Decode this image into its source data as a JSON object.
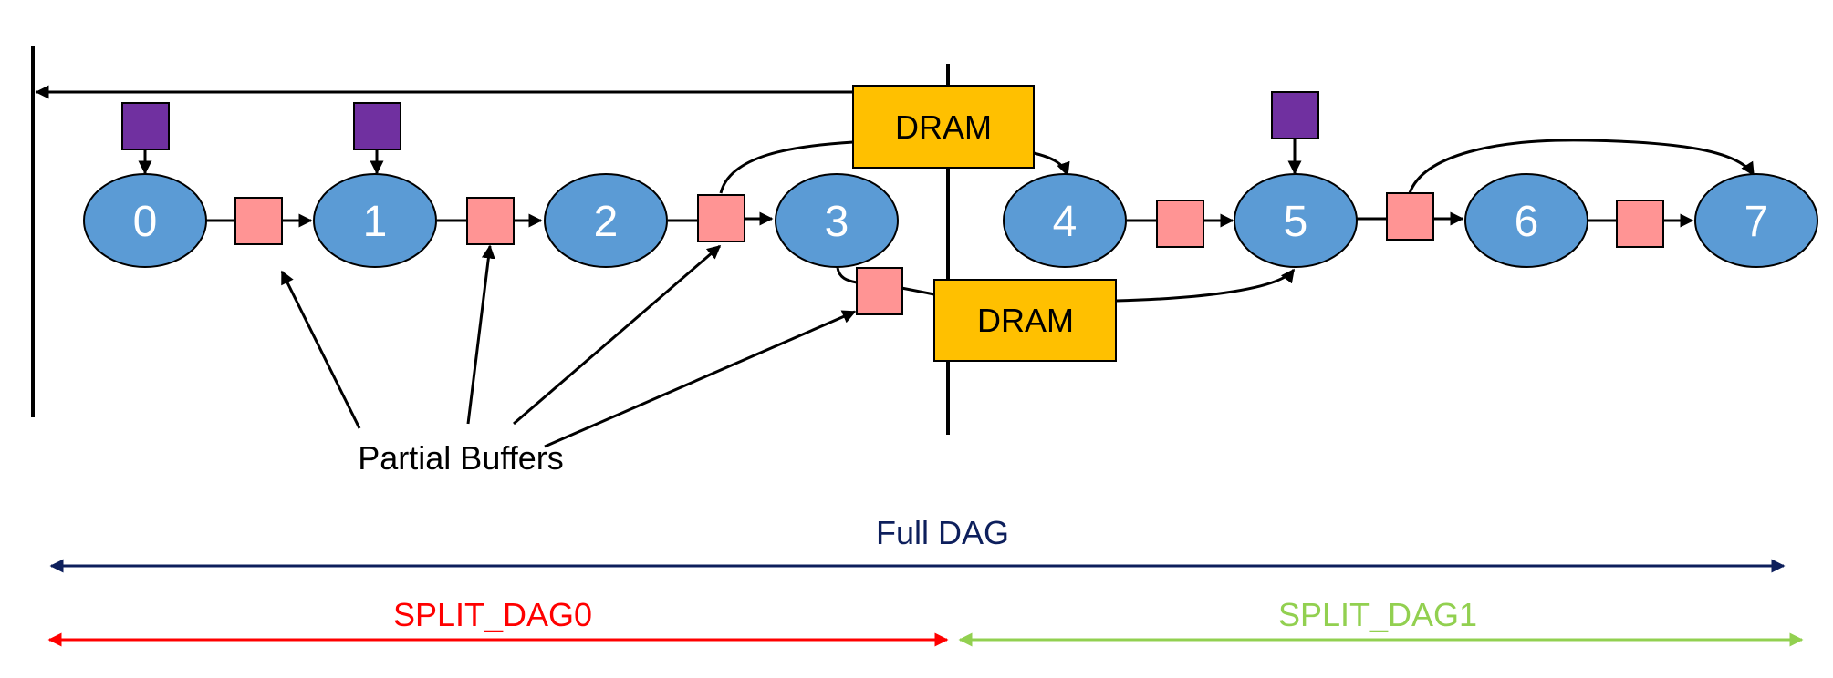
{
  "nodes": [
    "0",
    "1",
    "2",
    "3",
    "4",
    "5",
    "6",
    "7"
  ],
  "dram_top_label": "DRAM",
  "dram_bottom_label": "DRAM",
  "partial_buffers_label": "Partial Buffers",
  "full_dag_label": "Full DAG",
  "split_dag0_label": "SPLIT_DAG0",
  "split_dag1_label": "SPLIT_DAG1",
  "colors": {
    "node_fill": "#5b9bd5",
    "buffer_fill": "#ff9494",
    "input_fill": "#7030a0",
    "dram_fill": "#ffc000",
    "full_dag": "#0d1f5c",
    "split_dag0": "#ff0000",
    "split_dag1": "#92d050"
  }
}
